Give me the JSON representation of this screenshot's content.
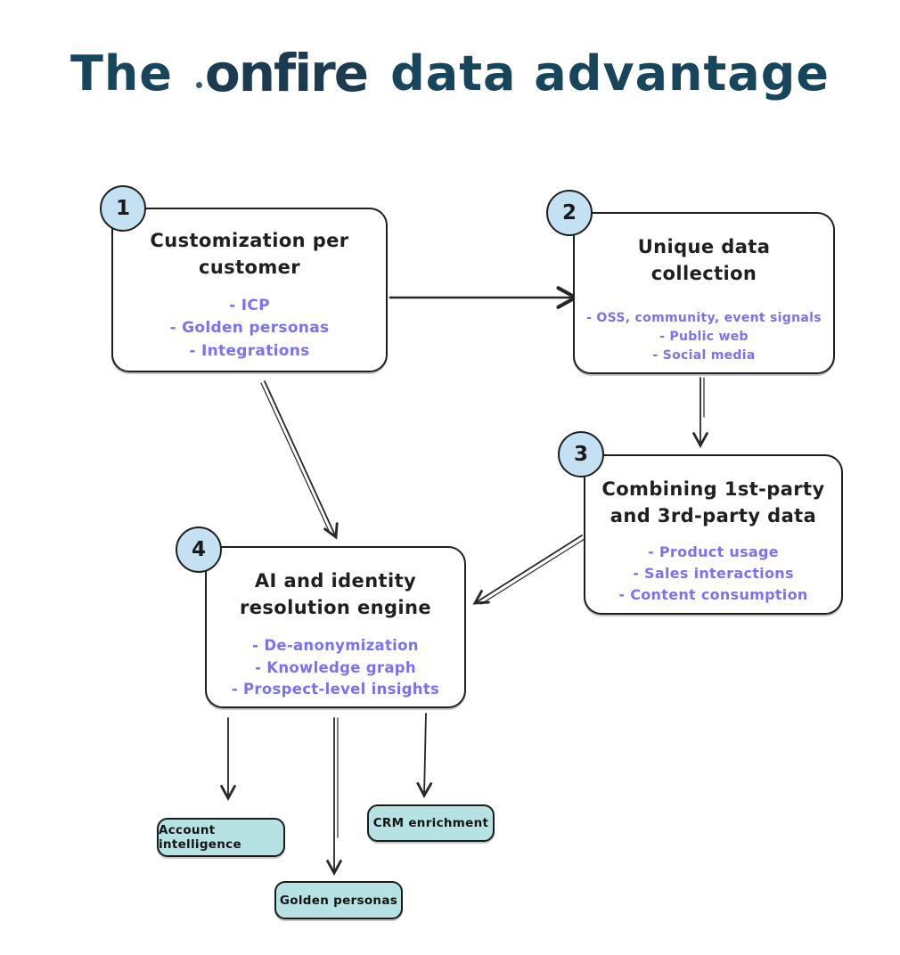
{
  "title": {
    "prefix": "The",
    "logo": "onfire",
    "suffix": "data advantage"
  },
  "colors": {
    "title_ink": "#16455c",
    "logo_ink": "#1d3b50",
    "node_ink": "#1f1f1f",
    "bullet_purple": "#7b72f2",
    "badge_fill": "#c3e1f3",
    "output_fill": "#b7e2e3",
    "arrow_ink": "#272727"
  },
  "nodes": [
    {
      "badge": "1",
      "title_lines": [
        "Customization per",
        "customer"
      ],
      "bullets": [
        "- ICP",
        "- Golden personas",
        "- Integrations"
      ]
    },
    {
      "badge": "2",
      "title_lines": [
        "Unique data",
        "collection"
      ],
      "bullets": [
        "- OSS, community, event signals",
        "- Public web",
        "- Social media"
      ]
    },
    {
      "badge": "3",
      "title_lines": [
        "Combining 1st-party",
        "and 3rd-party data"
      ],
      "bullets": [
        "- Product usage",
        "- Sales interactions",
        "- Content consumption"
      ]
    },
    {
      "badge": "4",
      "title_lines": [
        "AI and identity",
        "resolution engine"
      ],
      "bullets": [
        "- De-anonymization",
        "- Knowledge graph",
        "- Prospect-level insights"
      ]
    }
  ],
  "outputs": [
    {
      "label": "Account intelligence"
    },
    {
      "label": "Golden personas"
    },
    {
      "label": "CRM enrichment"
    }
  ]
}
